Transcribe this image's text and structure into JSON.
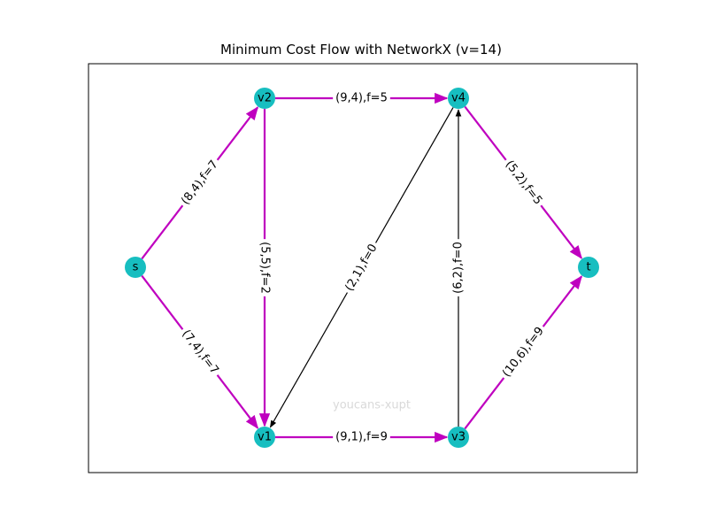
{
  "title": "Minimum Cost Flow with NetworkX (v=14)",
  "watermark": "youcans-xupt",
  "colors": {
    "node_fill": "#17bec0",
    "flow_edge": "#bf00bf",
    "zero_edge": "#000000",
    "frame": "#000000"
  },
  "nodes": [
    {
      "id": "s",
      "label": "s"
    },
    {
      "id": "v1",
      "label": "v1"
    },
    {
      "id": "v2",
      "label": "v2"
    },
    {
      "id": "v3",
      "label": "v3"
    },
    {
      "id": "v4",
      "label": "v4"
    },
    {
      "id": "t",
      "label": "t"
    }
  ],
  "edges": [
    {
      "from": "s",
      "to": "v2",
      "label": "(8,4),f=7",
      "flow": 7
    },
    {
      "from": "s",
      "to": "v1",
      "label": "(7,4),f=7",
      "flow": 7
    },
    {
      "from": "v2",
      "to": "v1",
      "label": "(5,5),f=2",
      "flow": 2
    },
    {
      "from": "v2",
      "to": "v4",
      "label": "(9,4),f=5",
      "flow": 5
    },
    {
      "from": "v1",
      "to": "v3",
      "label": "(9,1),f=9",
      "flow": 9
    },
    {
      "from": "v4",
      "to": "v1",
      "label": "(2,1),f=0",
      "flow": 0
    },
    {
      "from": "v3",
      "to": "v4",
      "label": "(6,2),f=0",
      "flow": 0
    },
    {
      "from": "v4",
      "to": "t",
      "label": "(5,2),f=5",
      "flow": 5
    },
    {
      "from": "v3",
      "to": "t",
      "label": "(10,6),f=9",
      "flow": 9
    }
  ]
}
